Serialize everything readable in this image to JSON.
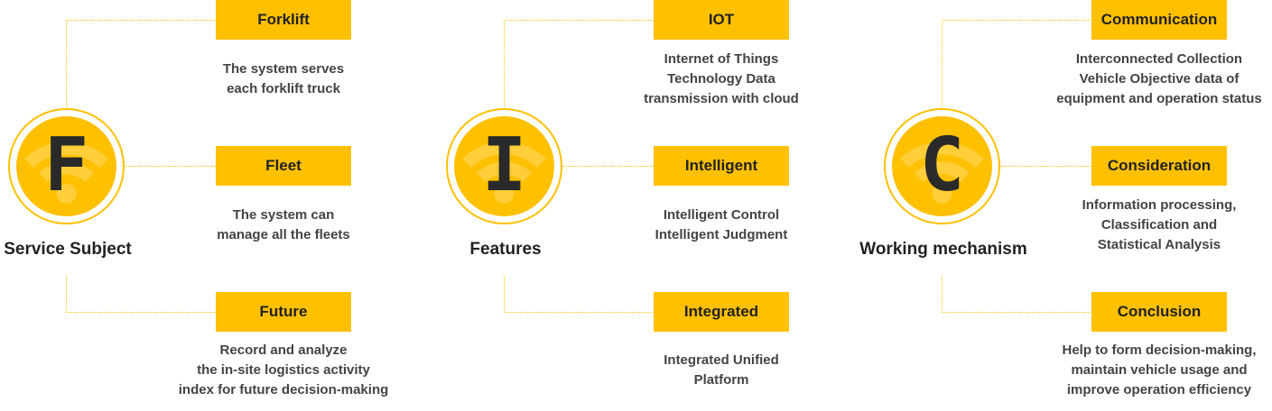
{
  "accent_color": "#FFC000",
  "columns": [
    {
      "letter": "F",
      "title": "Service Subject",
      "items": [
        {
          "label": "Forklift",
          "lines": [
            "The system serves",
            "each forklift truck"
          ]
        },
        {
          "label": "Fleet",
          "lines": [
            "The system can",
            "manage all the fleets"
          ]
        },
        {
          "label": "Future",
          "lines": [
            "Record and analyze",
            "the in-site logistics activity",
            "index for future decision-making"
          ]
        }
      ]
    },
    {
      "letter": "I",
      "title": "Features",
      "items": [
        {
          "label": "IOT",
          "lines": [
            "Internet of Things",
            "Technology Data",
            "transmission with cloud"
          ]
        },
        {
          "label": "Intelligent",
          "lines": [
            "Intelligent Control",
            "Intelligent  Judgment"
          ]
        },
        {
          "label": "Integrated",
          "lines": [
            "Integrated Unified",
            "Platform"
          ]
        }
      ]
    },
    {
      "letter": "C",
      "title": "Working mechanism",
      "items": [
        {
          "label": "Communication",
          "lines": [
            "Interconnected Collection",
            "Vehicle Objective data of",
            "equipment and operation status"
          ]
        },
        {
          "label": "Consideration",
          "lines": [
            "Information processing,",
            "Classification and",
            "Statistical Analysis"
          ]
        },
        {
          "label": "Conclusion",
          "lines": [
            "Help to form decision-making,",
            "maintain vehicle usage and",
            "improve operation efficiency"
          ]
        }
      ]
    }
  ]
}
